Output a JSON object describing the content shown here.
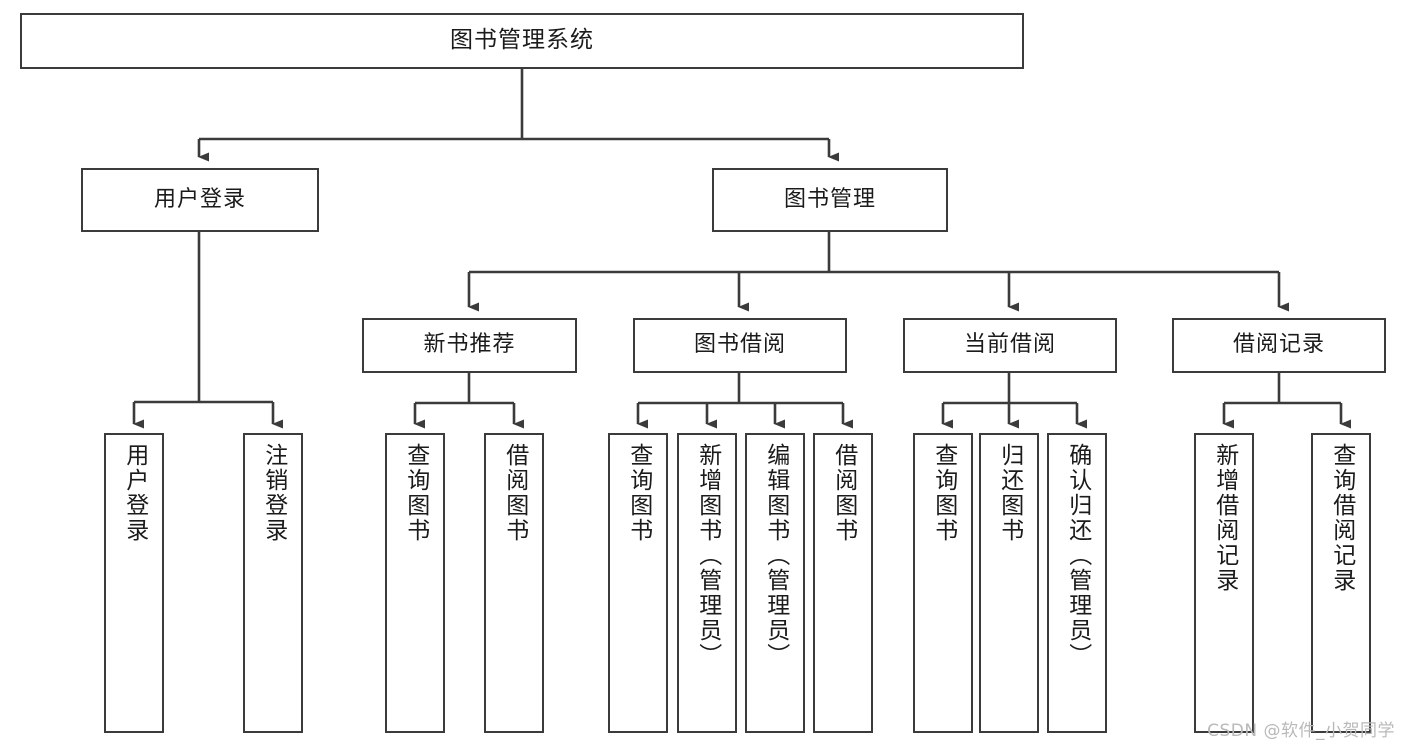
{
  "diagram": {
    "title": "图书管理系统",
    "type": "tree",
    "root": {
      "label": "图书管理系统"
    },
    "level2": [
      {
        "label": "用户登录"
      },
      {
        "label": "图书管理"
      }
    ],
    "level3": [
      {
        "label": "新书推荐"
      },
      {
        "label": "图书借阅"
      },
      {
        "label": "当前借阅"
      },
      {
        "label": "借阅记录"
      }
    ],
    "leaves": {
      "user_login": [
        {
          "label": "用户登录"
        },
        {
          "label": "注销登录"
        }
      ],
      "new_book_recommend": [
        {
          "label": "查询图书"
        },
        {
          "label": "借阅图书"
        }
      ],
      "book_borrow": [
        {
          "label": "查询图书"
        },
        {
          "label": "新增图书（管理员）"
        },
        {
          "label": "编辑图书（管理员）"
        },
        {
          "label": "借阅图书"
        }
      ],
      "current_borrow": [
        {
          "label": "查询图书"
        },
        {
          "label": "归还图书"
        },
        {
          "label": "确认归还（管理员）"
        }
      ],
      "borrow_records": [
        {
          "label": "新增借阅记录"
        },
        {
          "label": "查询借阅记录"
        }
      ]
    },
    "colors": {
      "stroke": "#3b3b3b",
      "fill": "#ffffff",
      "text": "#1b1b1b",
      "watermark": "#b9b9b9"
    }
  },
  "watermark": {
    "text": "CSDN @软件_小贺同学"
  }
}
